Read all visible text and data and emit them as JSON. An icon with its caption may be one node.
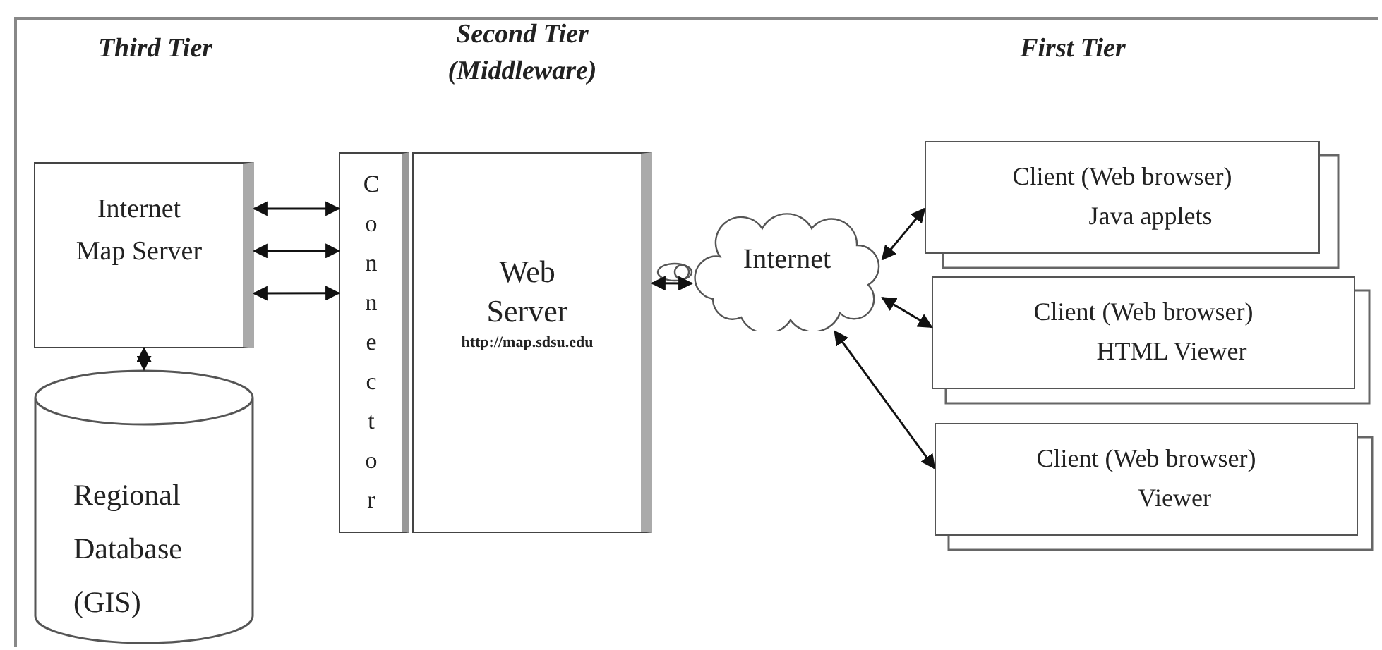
{
  "diagram": {
    "nodes": [
      {
        "text": [
          "Internet Map Server"
        ]
      },
      {
        "text": [
          "Regional Database (GIS)"
        ]
      },
      {
        "text": [
          "Connector"
        ]
      },
      {
        "text": [
          "Web Server",
          "http://map.sdsu.edu"
        ]
      },
      {
        "text": [
          "Internet"
        ]
      },
      {
        "text": [
          "Client (Web browser)",
          "Java applets"
        ]
      },
      {
        "text": [
          "Client (Web browser)",
          "HTML Viewer"
        ]
      },
      {
        "text": [
          "Client (Web browser)",
          "Viewer"
        ]
      }
    ],
    "edges": [
      {
        "from": 0,
        "to": 2,
        "arrow": "both"
      },
      {
        "from": 0,
        "to": 2,
        "arrow": "both"
      },
      {
        "from": 0,
        "to": 2,
        "arrow": "both"
      },
      {
        "from": 0,
        "to": 1,
        "arrow": "both"
      },
      {
        "from": 3,
        "to": 4,
        "arrow": "both"
      },
      {
        "from": 4,
        "to": 5,
        "arrow": "both"
      },
      {
        "from": 4,
        "to": 6,
        "arrow": "both"
      },
      {
        "from": 4,
        "to": 7,
        "arrow": "both"
      }
    ],
    "labels": [
      "Third Tier",
      "Second Tier (Middleware)",
      "First Tier"
    ]
  }
}
